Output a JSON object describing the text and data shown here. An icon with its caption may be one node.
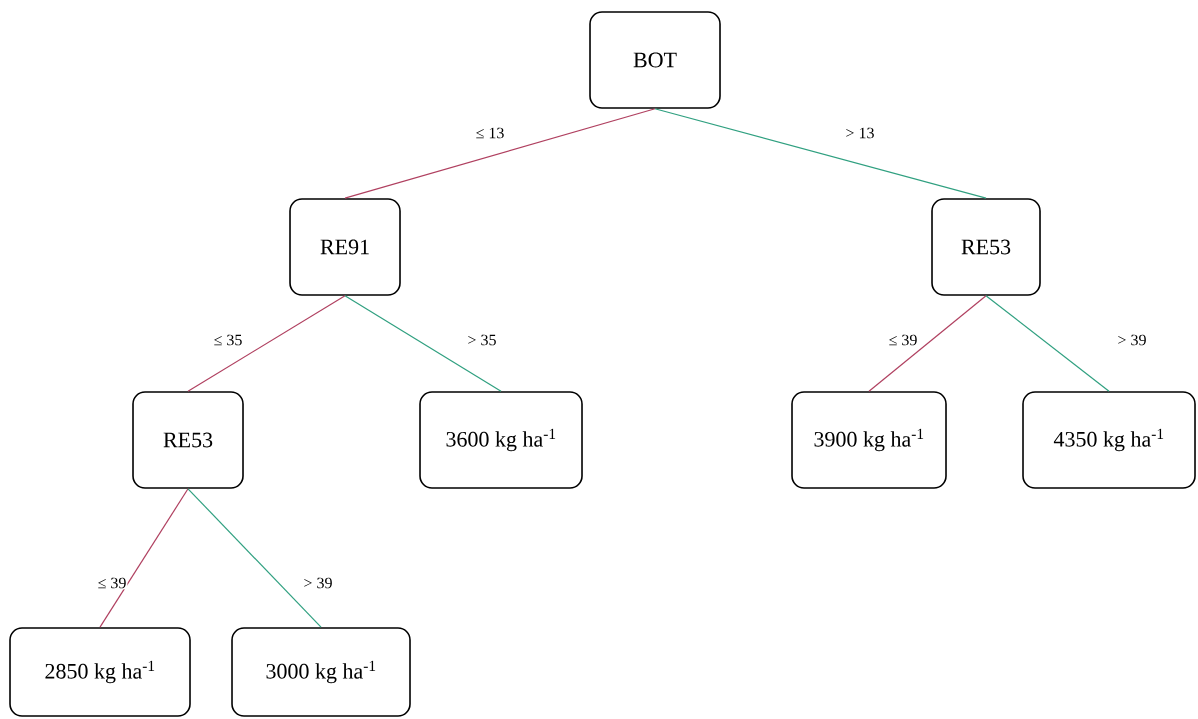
{
  "diagram": {
    "nodes": [
      {
        "text": [
          "BOT"
        ]
      },
      {
        "text": [
          "RE91"
        ]
      },
      {
        "text": [
          "RE53"
        ]
      },
      {
        "text": [
          "RE53"
        ]
      },
      {
        "text": [
          "3600 kg ha$^{-1}$"
        ]
      },
      {
        "text": [
          "3900 kg ha$^{-1}$"
        ]
      },
      {
        "text": [
          "4350 kg ha$^{-1}$"
        ]
      },
      {
        "text": [
          "2850 kg ha$^{-1}$"
        ]
      },
      {
        "text": [
          "3000 kg ha$^{-1}$"
        ]
      }
    ],
    "edges": [
      {
        "from": 0,
        "to": 1,
        "arrow": "none",
        "label": "≤ 13",
        "color": "#b04060"
      },
      {
        "from": 0,
        "to": 2,
        "arrow": "none",
        "label": "> 13",
        "color": "#30a080"
      },
      {
        "from": 1,
        "to": 3,
        "arrow": "none",
        "label": "≤ 35",
        "color": "#b04060"
      },
      {
        "from": 1,
        "to": 4,
        "arrow": "none",
        "label": "> 35",
        "color": "#30a080"
      },
      {
        "from": 2,
        "to": 5,
        "arrow": "none",
        "label": "≤ 39",
        "color": "#b04060"
      },
      {
        "from": 2,
        "to": 6,
        "arrow": "none",
        "label": "> 39",
        "color": "#30a080"
      },
      {
        "from": 3,
        "to": 7,
        "arrow": "none",
        "label": "≤ 39",
        "color": "#b04060"
      },
      {
        "from": 3,
        "to": 8,
        "arrow": "none",
        "label": "> 39",
        "color": "#30a080"
      }
    ]
  }
}
